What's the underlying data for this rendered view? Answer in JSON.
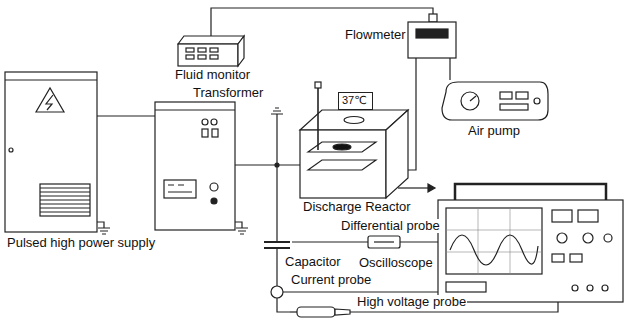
{
  "diagram": {
    "nodes": [
      {
        "text": [
          "Fluid monitor"
        ]
      },
      {
        "text": [
          "Flowmeter"
        ]
      },
      {
        "text": [
          "Air pump"
        ]
      },
      {
        "text": [
          "37℃"
        ]
      },
      {
        "text": [
          "Transformer"
        ]
      },
      {
        "text": [
          "Discharge Reactor"
        ]
      },
      {
        "text": [
          "Pulsed high power supply"
        ]
      },
      {
        "text": [
          "Capacitor"
        ]
      },
      {
        "text": [
          "Differential probe"
        ]
      },
      {
        "text": [
          "Oscilloscope"
        ]
      },
      {
        "text": [
          "Current probe"
        ]
      },
      {
        "text": [
          "High voltage probe"
        ]
      }
    ],
    "edges": [
      {
        "from": 0,
        "to": 1,
        "arrow": "none"
      },
      {
        "from": 1,
        "to": 2,
        "arrow": "none"
      },
      {
        "from": 1,
        "to": 5,
        "arrow": "none"
      },
      {
        "from": 6,
        "to": 4,
        "arrow": "none"
      },
      {
        "from": 4,
        "to": 5,
        "arrow": "none"
      },
      {
        "from": 7,
        "to": 8,
        "arrow": "none"
      },
      {
        "from": 8,
        "to": 9,
        "arrow": "none"
      },
      {
        "from": 10,
        "to": 9,
        "arrow": "none"
      },
      {
        "from": 11,
        "to": 9,
        "arrow": "none"
      }
    ]
  }
}
